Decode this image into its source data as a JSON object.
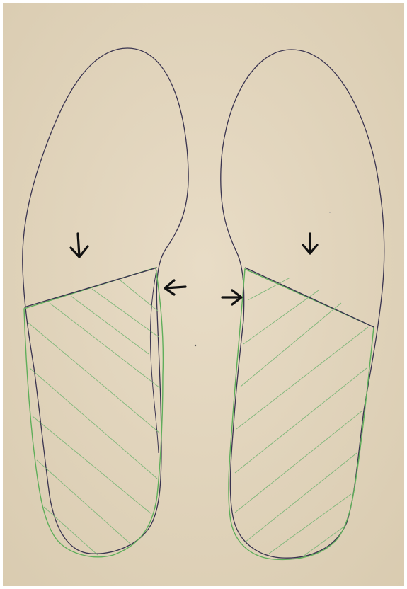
{
  "colors": {
    "paper": "#e8dcc6",
    "paper_edge": "#d9cbb0",
    "outline": "#3a3450",
    "green": "#5fae5a",
    "hatch": "#7fb77a",
    "arrow": "#111111"
  },
  "drawings": [
    {
      "name": "left-shoe-sole",
      "side": "left"
    },
    {
      "name": "right-shoe-sole",
      "side": "right"
    }
  ],
  "arrows": [
    {
      "name": "arrow-down-left",
      "direction": "down"
    },
    {
      "name": "arrow-left-waist",
      "direction": "left"
    },
    {
      "name": "arrow-right-waist",
      "direction": "right"
    },
    {
      "name": "arrow-down-right",
      "direction": "down"
    }
  ]
}
